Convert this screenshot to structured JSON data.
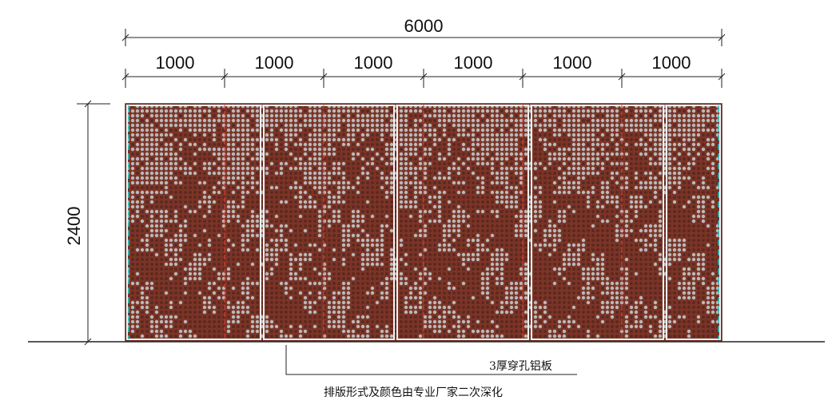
{
  "dimensions": {
    "overall_width": "6000",
    "segments": [
      "1000",
      "1000",
      "1000",
      "1000",
      "1000",
      "1000"
    ],
    "height": "2400"
  },
  "notes": {
    "material": "3厚穿孔铝板",
    "remark": "排版形式及颜色由专业厂家二次深化"
  },
  "colors": {
    "panel": "#7a3528",
    "hole": "#b9b9b9",
    "frame": "#f2f2f2",
    "red_guide": "#e8443a",
    "cyan_guide": "#2fc9c9",
    "line": "#222222"
  }
}
